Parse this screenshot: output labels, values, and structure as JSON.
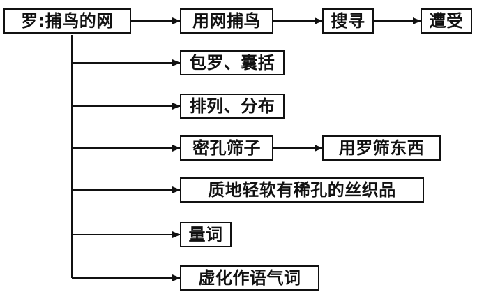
{
  "root": "罗:捕鸟的网",
  "chain": [
    "用网捕鸟",
    "搜寻",
    "遭受"
  ],
  "branches": [
    "包罗、囊括",
    "排列、分布",
    "密孔筛子",
    "质地轻软有稀孔的丝织品",
    "量词",
    "虚化作语气词"
  ],
  "sub_branch": "用罗筛东西",
  "colors": {
    "line": "#111111",
    "box_border": "#111111",
    "background": "#ffffff"
  }
}
